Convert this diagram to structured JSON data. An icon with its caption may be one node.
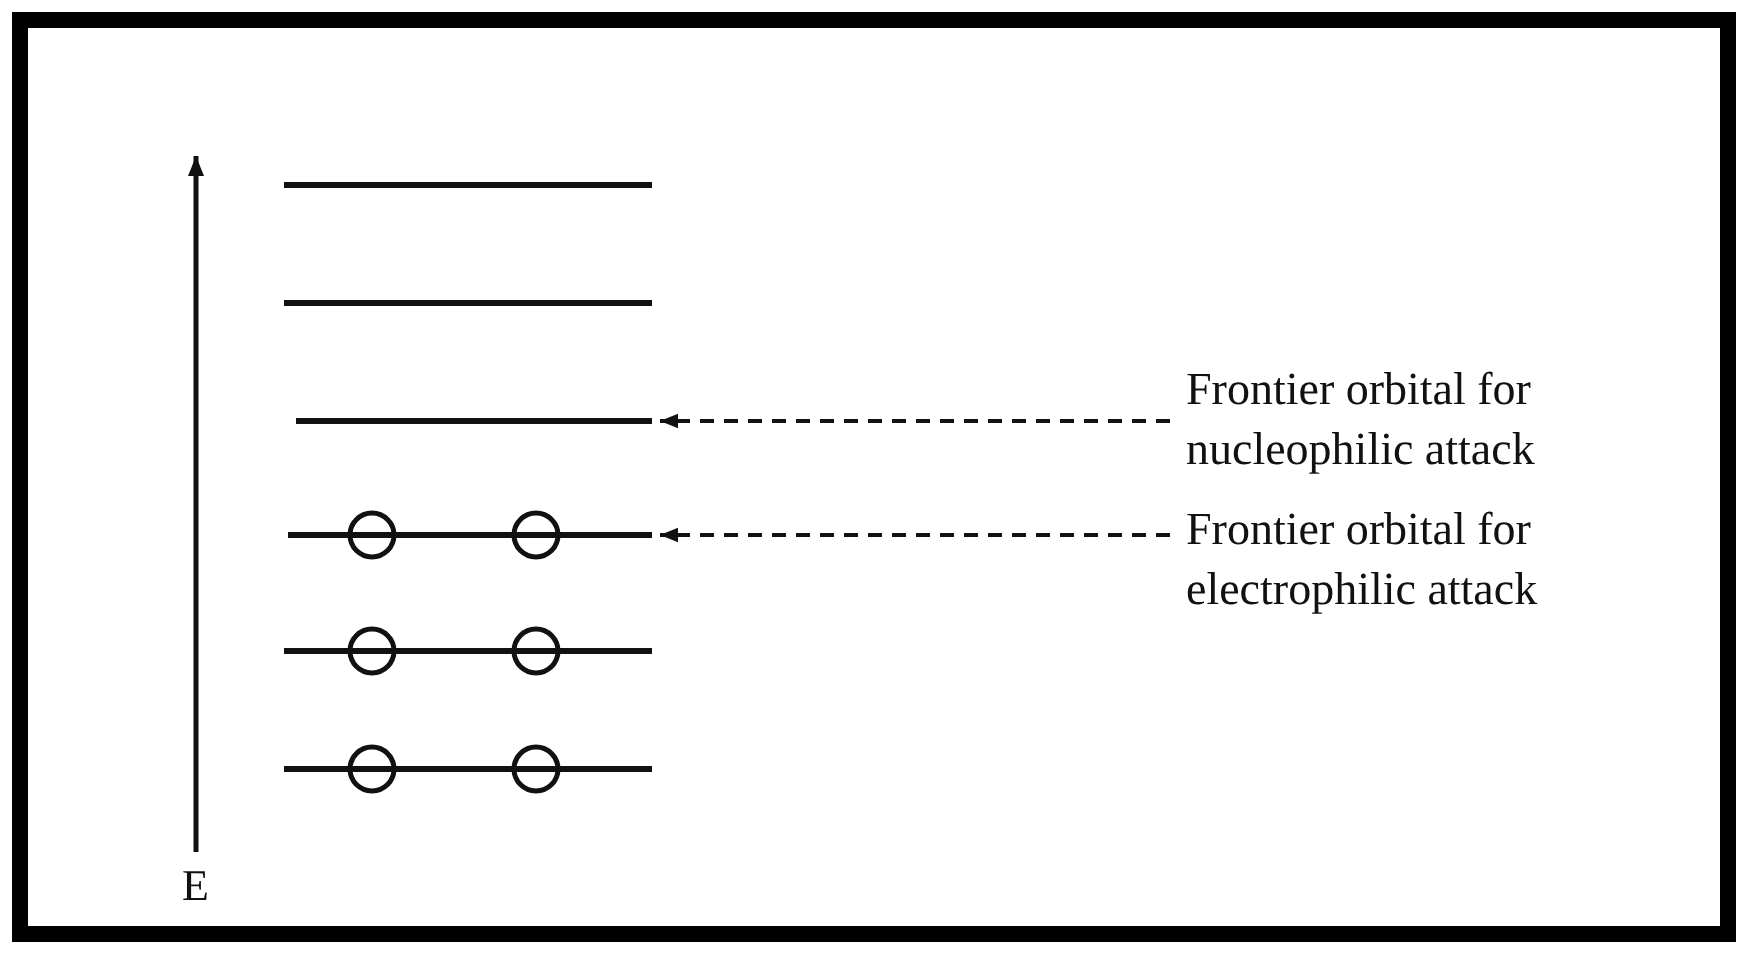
{
  "diagram": {
    "nodes": [
      {
        "text": [],
        "shape": "bar"
      },
      {
        "text": [],
        "shape": "bar"
      },
      {
        "text": [],
        "shape": "bar"
      },
      {
        "text": [],
        "shape": "bar"
      },
      {
        "text": [],
        "shape": "bar"
      },
      {
        "text": [],
        "shape": "bar"
      },
      {
        "text": [
          "Frontier orbital for nucleophilic attack"
        ]
      },
      {
        "text": [
          "Frontier orbital for electrophilic attack"
        ]
      }
    ],
    "edges": [
      {
        "from": 6,
        "to": 2,
        "arrow": "to",
        "style": "dashed"
      },
      {
        "from": 7,
        "to": 3,
        "arrow": "to",
        "style": "dashed"
      }
    ],
    "labels": [
      "E"
    ]
  }
}
